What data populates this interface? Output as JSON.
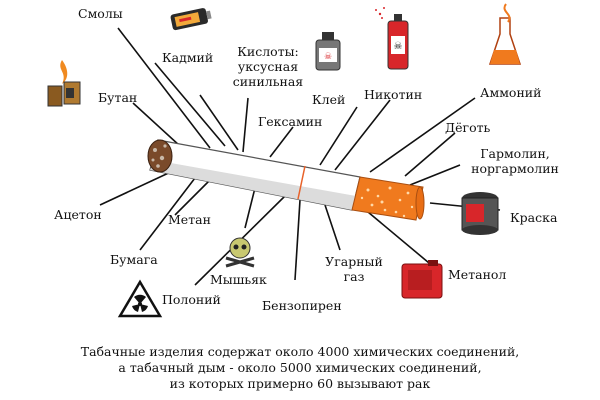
{
  "labels": {
    "smoly": "Смолы",
    "kadmiy": "Кадмий",
    "kisloty": "Кислоты:",
    "uksusnaya": "уксусная",
    "sinilnaya": "синильная",
    "kley": "Клей",
    "nikotin": "Никотин",
    "ammoniy": "Аммоний",
    "butan": "Бутан",
    "geksamin": "Гексамин",
    "degot": "Дёготь",
    "garmolin": "Гармолин,",
    "norgarmolin": "норгармолин",
    "kraska": "Краска",
    "aceton": "Ацетон",
    "metan": "Метан",
    "bumaga": "Бумага",
    "myshyak": "Мышьяк",
    "ugarny": "Угарный",
    "gaz": "газ",
    "metanol": "Метанол",
    "poloniy": "Полоний",
    "benzopiren": "Бензопирен"
  },
  "caption": {
    "line1": "Табачные изделия содержат около 4000 химических соединений,",
    "line2": "а табачный дым - около 5000 химических соединений,",
    "line3": "из которых примерно 60 вызывают рак"
  },
  "colors": {
    "filter": "#f07a1e",
    "ash": "#7a4a2a",
    "line": "#111111",
    "red": "#d8262a"
  },
  "icons": [
    "battery-icon",
    "lighter-icon",
    "glue-bottle-icon",
    "spray-can-icon",
    "flask-icon",
    "paint-can-icon",
    "skull-icon",
    "fuel-canister-icon",
    "radiation-sign-icon"
  ]
}
